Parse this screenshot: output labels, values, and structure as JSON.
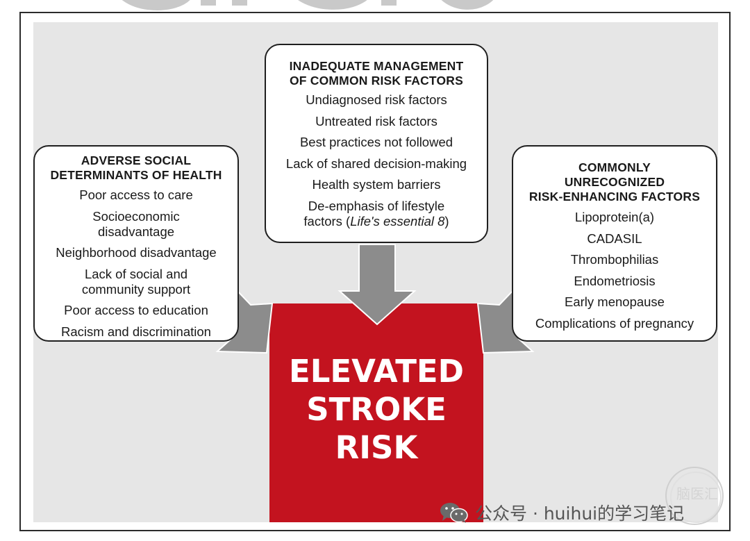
{
  "diagram": {
    "left_box": {
      "heading": [
        "ADVERSE SOCIAL",
        "DETERMINANTS OF HEALTH"
      ],
      "items": [
        "Poor access to care",
        "Socioeconomic disadvantage",
        "Neighborhood disadvantage",
        "Lack of social and community support",
        "Poor access to education",
        "Racism and discrimination"
      ]
    },
    "top_box": {
      "heading": [
        "INADEQUATE MANAGEMENT",
        "OF COMMON RISK FACTORS"
      ],
      "items": [
        "Undiagnosed risk factors",
        "Untreated risk factors",
        "Best practices not followed",
        "Lack of shared decision-making",
        "Health system barriers"
      ],
      "last_item": {
        "line1": "De-emphasis of lifestyle",
        "prefix": "factors (",
        "italic": "Life's essential 8",
        "suffix": ")"
      }
    },
    "right_box": {
      "heading": [
        "COMMONLY",
        "UNRECOGNIZED",
        "RISK-ENHANCING FACTORS"
      ],
      "items": [
        "Lipoprotein(a)",
        "CADASIL",
        "Thrombophilias",
        "Endometriosis",
        "Early menopause",
        "Complications of pregnancy"
      ]
    },
    "center": {
      "lines": [
        "ELEVATED",
        "STROKE",
        "RISK"
      ]
    }
  },
  "watermark": {
    "text": "公众号 · huihui的学习笔记",
    "icon": "wechat-icon",
    "seal_text": "脑医汇"
  },
  "colors": {
    "red": "#c3131f",
    "arrow": "#8c8c8c",
    "panel": "#e6e6e6",
    "border": "#1f1f1f"
  }
}
